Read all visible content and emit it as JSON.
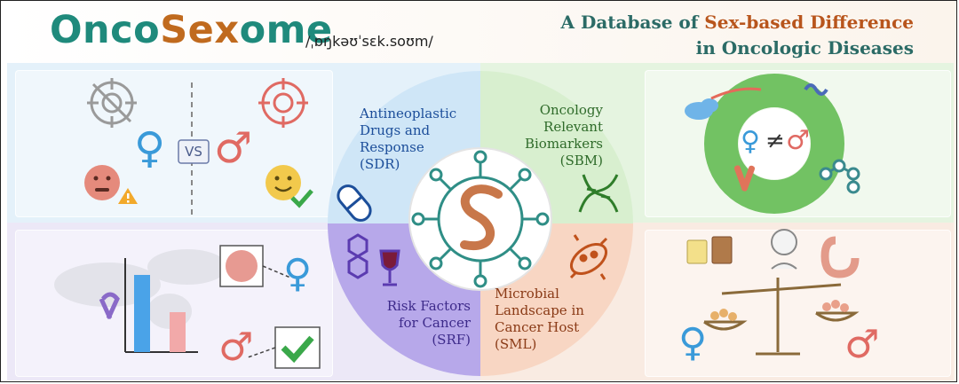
{
  "header": {
    "logo_part1": "Onco",
    "logo_part2": "Sex",
    "logo_part3": "ome",
    "pronunciation": "/ˌɒŋkəʊˈsɛk.soʊm/",
    "subtitle_line1_a": "A Database of ",
    "subtitle_line1_b": "Sex-based Difference",
    "subtitle_line2": "in Oncologic Diseases"
  },
  "quadrants": {
    "sdr": [
      "Antineoplastic",
      "Drugs and",
      "Response",
      "(SDR)"
    ],
    "sbm": [
      "Oncology",
      "Relevant",
      "Biomarkers",
      "(SBM)"
    ],
    "srf": [
      "Risk Factors",
      "for Cancer",
      "(SRF)"
    ],
    "sml": [
      "Microbial",
      "Landscape in",
      "Cancer Host",
      "(SML)"
    ]
  },
  "symbols": {
    "female": "♀",
    "male": "♂",
    "vs": "VS",
    "not_equal": "≠"
  },
  "colors": {
    "brand_teal": "#1f8a7c",
    "brand_orange": "#c06a1e",
    "blue_quadrant": "#cfe6f7",
    "green_quadrant": "#d8efcf",
    "purple_quadrant": "#b7a8ea",
    "peach_quadrant": "#f8d6c3",
    "female_blue": "#3a9ad9",
    "male_red": "#e06a63"
  }
}
